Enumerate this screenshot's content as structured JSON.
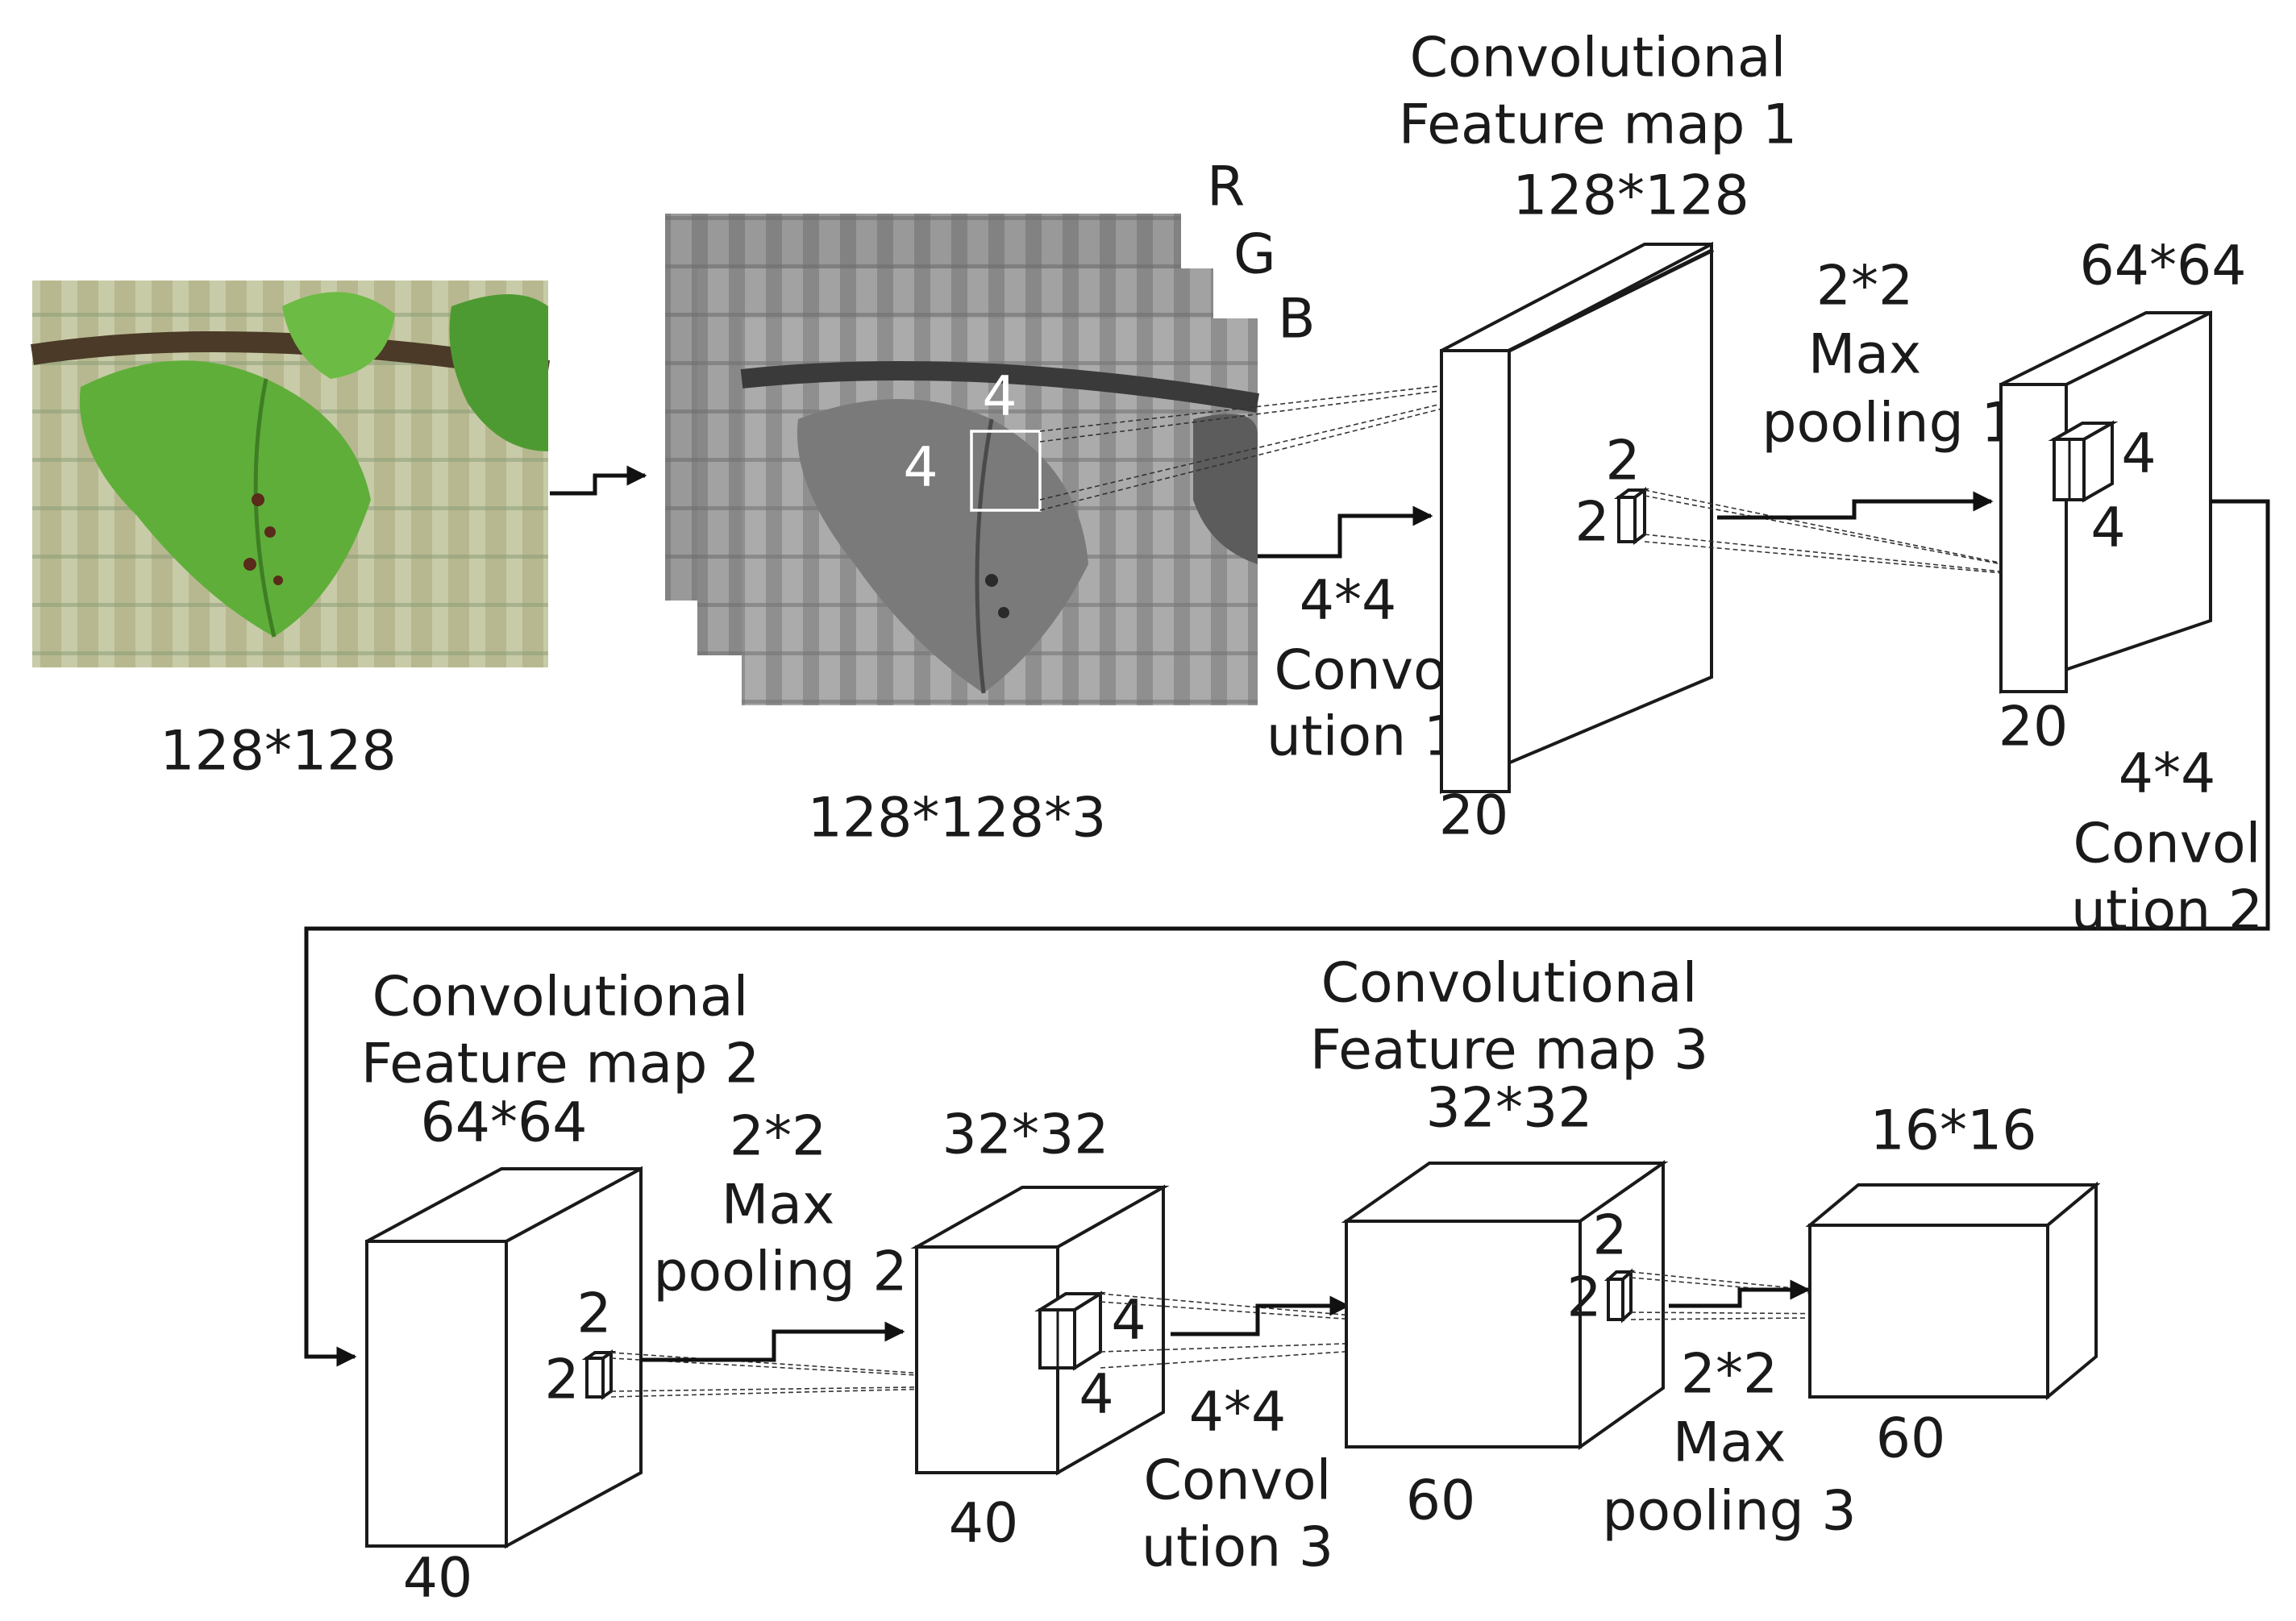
{
  "input": {
    "label": "128*128"
  },
  "rgb": {
    "label": "128*128*3",
    "channels": [
      "R",
      "G",
      "B"
    ],
    "kernel_h": "4",
    "kernel_w": "4"
  },
  "conv1": {
    "label_line1": "4*4",
    "label_line2": "Convol",
    "label_line3": "ution 1"
  },
  "fmap1": {
    "title_line1": "Convolutional",
    "title_line2": "Feature map 1",
    "size": "128*128",
    "depth": "20",
    "kernel_h": "2",
    "kernel_w": "2"
  },
  "pool1": {
    "label_line1": "2*2",
    "label_line2": "Max",
    "label_line3": "pooling 1"
  },
  "map64": {
    "size": "64*64",
    "depth": "20",
    "kernel_a": "4",
    "kernel_b": "4"
  },
  "conv2": {
    "label_line1": "4*4",
    "label_line2": "Convol",
    "label_line3": "ution 2"
  },
  "fmap2": {
    "title_line1": "Convolutional",
    "title_line2": "Feature map 2",
    "size": "64*64",
    "depth": "40",
    "kernel_h": "2",
    "kernel_w": "2"
  },
  "pool2": {
    "label_line1": "2*2",
    "label_line2": "Max",
    "label_line3": "pooling 2"
  },
  "map32": {
    "size": "32*32",
    "depth": "40",
    "kernel_a": "4",
    "kernel_b": "4"
  },
  "conv3": {
    "label_line1": "4*4",
    "label_line2": "Convol",
    "label_line3": "ution 3"
  },
  "fmap3": {
    "title_line1": "Convolutional",
    "title_line2": "Feature map 3",
    "size": "32*32",
    "depth": "60",
    "kernel_h": "2",
    "kernel_w": "2"
  },
  "pool3": {
    "label_line1": "2*2",
    "label_line2": "Max",
    "label_line3": "pooling 3"
  },
  "map16": {
    "size": "16*16",
    "depth": "60"
  },
  "colors": {
    "leaf_green": "#5fae3a",
    "fence": "#c9c2a8",
    "channel_gray": "#6e6e6e",
    "line": "#1a1a1a"
  }
}
